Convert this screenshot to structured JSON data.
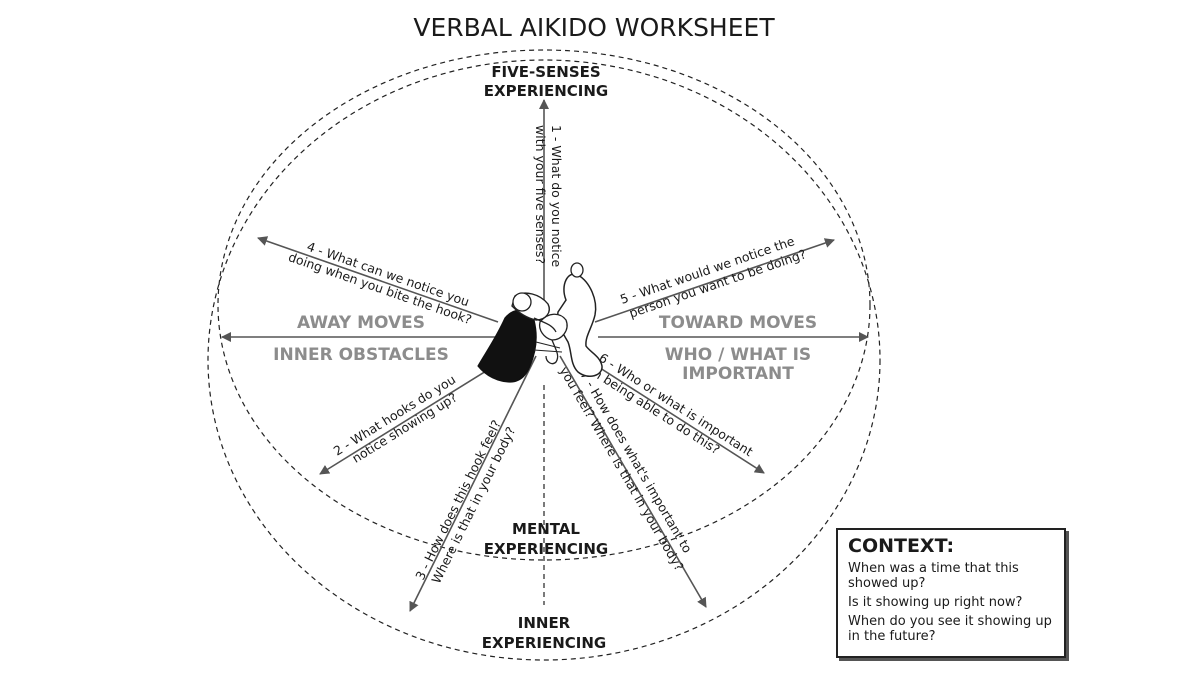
{
  "title": "VERBAL AIKIDO WORKSHEET",
  "labels": {
    "five_senses_1": "FIVE-SENSES",
    "five_senses_2": "EXPERIENCING",
    "mental_1": "MENTAL",
    "mental_2": "EXPERIENCING",
    "inner_1": "INNER",
    "inner_2": "EXPERIENCING",
    "away_moves": "AWAY MOVES",
    "inner_obstacles": "INNER OBSTACLES",
    "toward_moves": "TOWARD MOVES",
    "who_what_1": "WHO / WHAT IS",
    "who_what_2": "IMPORTANT"
  },
  "questions": {
    "q1_line1": "1 - What do you notice",
    "q1_line2": "with your five senses?",
    "q2_line1": "2 - What hooks do you",
    "q2_line2": "notice showing up?",
    "q3_line1": "3 - How does this hook feel?",
    "q3_line2": "Where is that in your body?",
    "q4_line1": "4 - What can we notice you",
    "q4_line2": "doing when you bite the hook?",
    "q5_line1": "5 - What would we notice the",
    "q5_line2": "person you want to be doing?",
    "q6_line1": "6 - Who or what is important",
    "q6_line2": "in being able to do this?",
    "q7_line1": "7 - How does what's important to",
    "q7_line2": "you feel? Where is that in your body?"
  },
  "context": {
    "title": "CONTEXT:",
    "line1": "When was a time that this showed up?",
    "line2": "Is it showing up right now?",
    "line3": "When do you see it showing up in the future?"
  }
}
